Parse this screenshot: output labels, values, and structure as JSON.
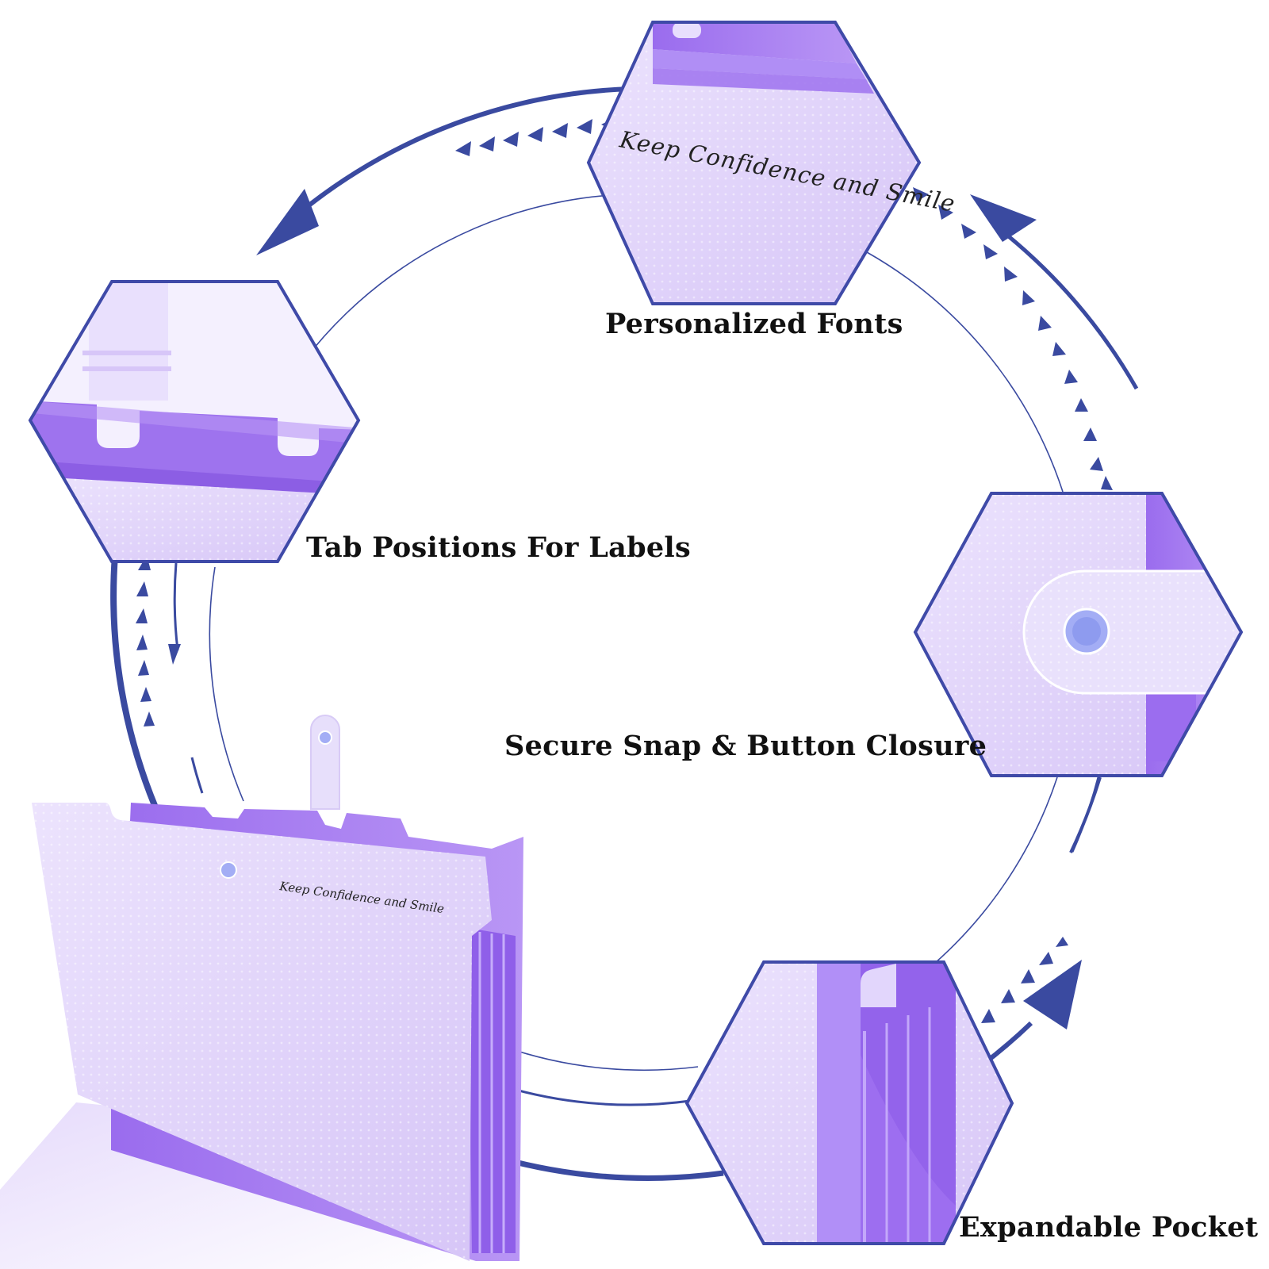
{
  "features": [
    {
      "id": "fonts",
      "label": "Personalized Fonts",
      "detail": "embossed script lettering on cover"
    },
    {
      "id": "tabs",
      "label": "Tab Positions For Labels",
      "detail": "index tabs on dividers"
    },
    {
      "id": "snap",
      "label": "Secure Snap & Button Closure",
      "detail": "snap button flap"
    },
    {
      "id": "pocket",
      "label": "Expandable Pocket",
      "detail": "accordion side gusset"
    }
  ],
  "cover_script": "Keep Confidence and Smile",
  "colors": {
    "arrow": "#3a4aa0",
    "hex_border": "#3f4aa8",
    "lavender_light": "#e4d8fb",
    "lavender": "#d2c0f6",
    "purple": "#a87ff0",
    "purple_deep": "#8d5ae6",
    "snap": "#9aa6f2",
    "text": "#111111"
  },
  "icons": [
    "arrow-head-icon",
    "dashed-arrow-icon",
    "snap-button-icon"
  ]
}
